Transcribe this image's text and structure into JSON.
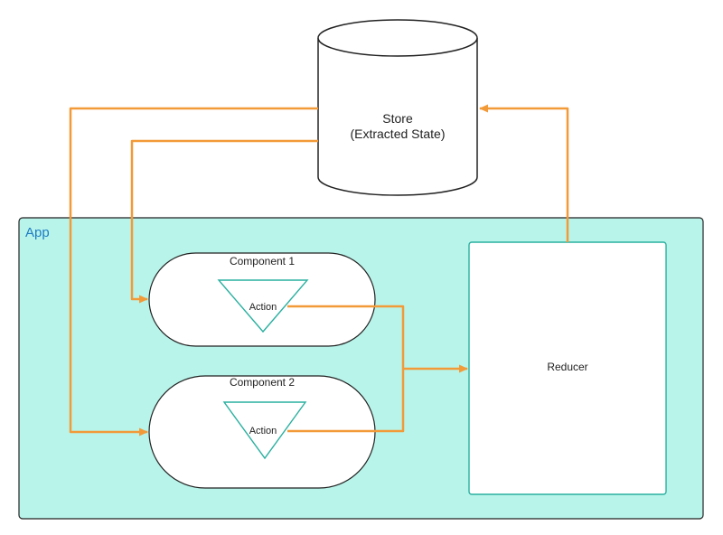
{
  "app": {
    "label": "App",
    "fill": "#b8f4ea",
    "stroke": "#222222"
  },
  "store": {
    "line1": "Store",
    "line2": "(Extracted State)"
  },
  "components": [
    {
      "label": "Component 1",
      "action_label": "Action"
    },
    {
      "label": "Component 2",
      "action_label": "Action"
    }
  ],
  "reducer": {
    "label": "Reducer",
    "border": "#2ab0a0"
  },
  "connector_color": "#f29a38",
  "action_stroke": "#2ab0a0"
}
